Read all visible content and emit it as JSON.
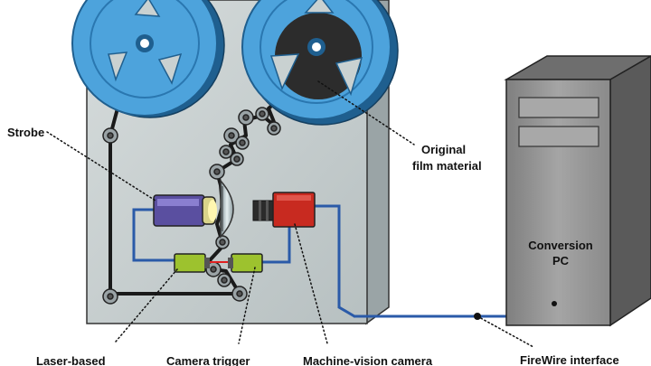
{
  "labels": {
    "strobe": "Strobe",
    "original_film_line1": "Original",
    "original_film_line2": "film material",
    "conversion_pc_line1": "Conversion",
    "conversion_pc_line2": "PC",
    "laser_based": "Laser-based",
    "camera_trigger": "Camera trigger",
    "machine_vision_camera": "Machine-vision camera",
    "firewire_interface": "FireWire interface"
  },
  "colors": {
    "reel": "#4da3dc",
    "reel_dark": "#1f5f8f",
    "machine_front": "#c9d1d1",
    "machine_side": "#9aa4a6",
    "cable": "#2a5aa8",
    "strobe": "#5a4fa0",
    "camera": "#c82a20",
    "trigger": "#9dc22e",
    "pc_front": "#8c8c8c",
    "pc_side": "#5a5a5a"
  }
}
